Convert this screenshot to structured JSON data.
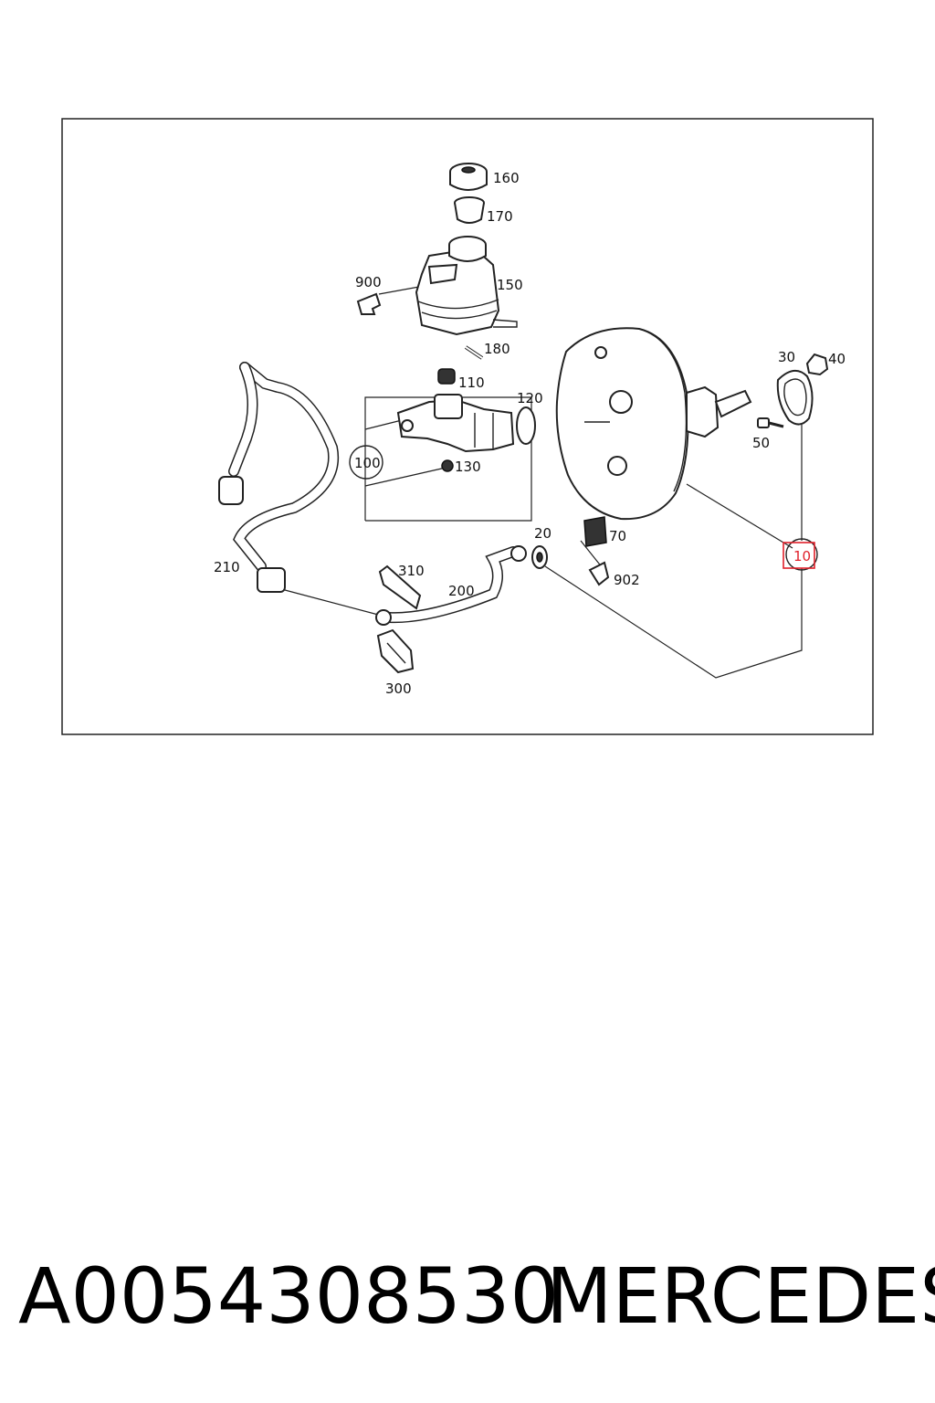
{
  "diagram": {
    "callouts": {
      "p160": "160",
      "p170": "170",
      "p900": "900",
      "p150": "150",
      "p180": "180",
      "p110": "110",
      "p120": "120",
      "p100": "100",
      "p130": "130",
      "p30": "30",
      "p40": "40",
      "p50": "50",
      "p70": "70",
      "p902": "902",
      "p20": "20",
      "p10": "10",
      "p210": "210",
      "p310": "310",
      "p200": "200",
      "p300": "300"
    },
    "highlighted_callout": "10",
    "highlight_color": "#e0202a"
  },
  "caption": {
    "part_number": "A0054308530",
    "brand": "MERCEDES"
  }
}
